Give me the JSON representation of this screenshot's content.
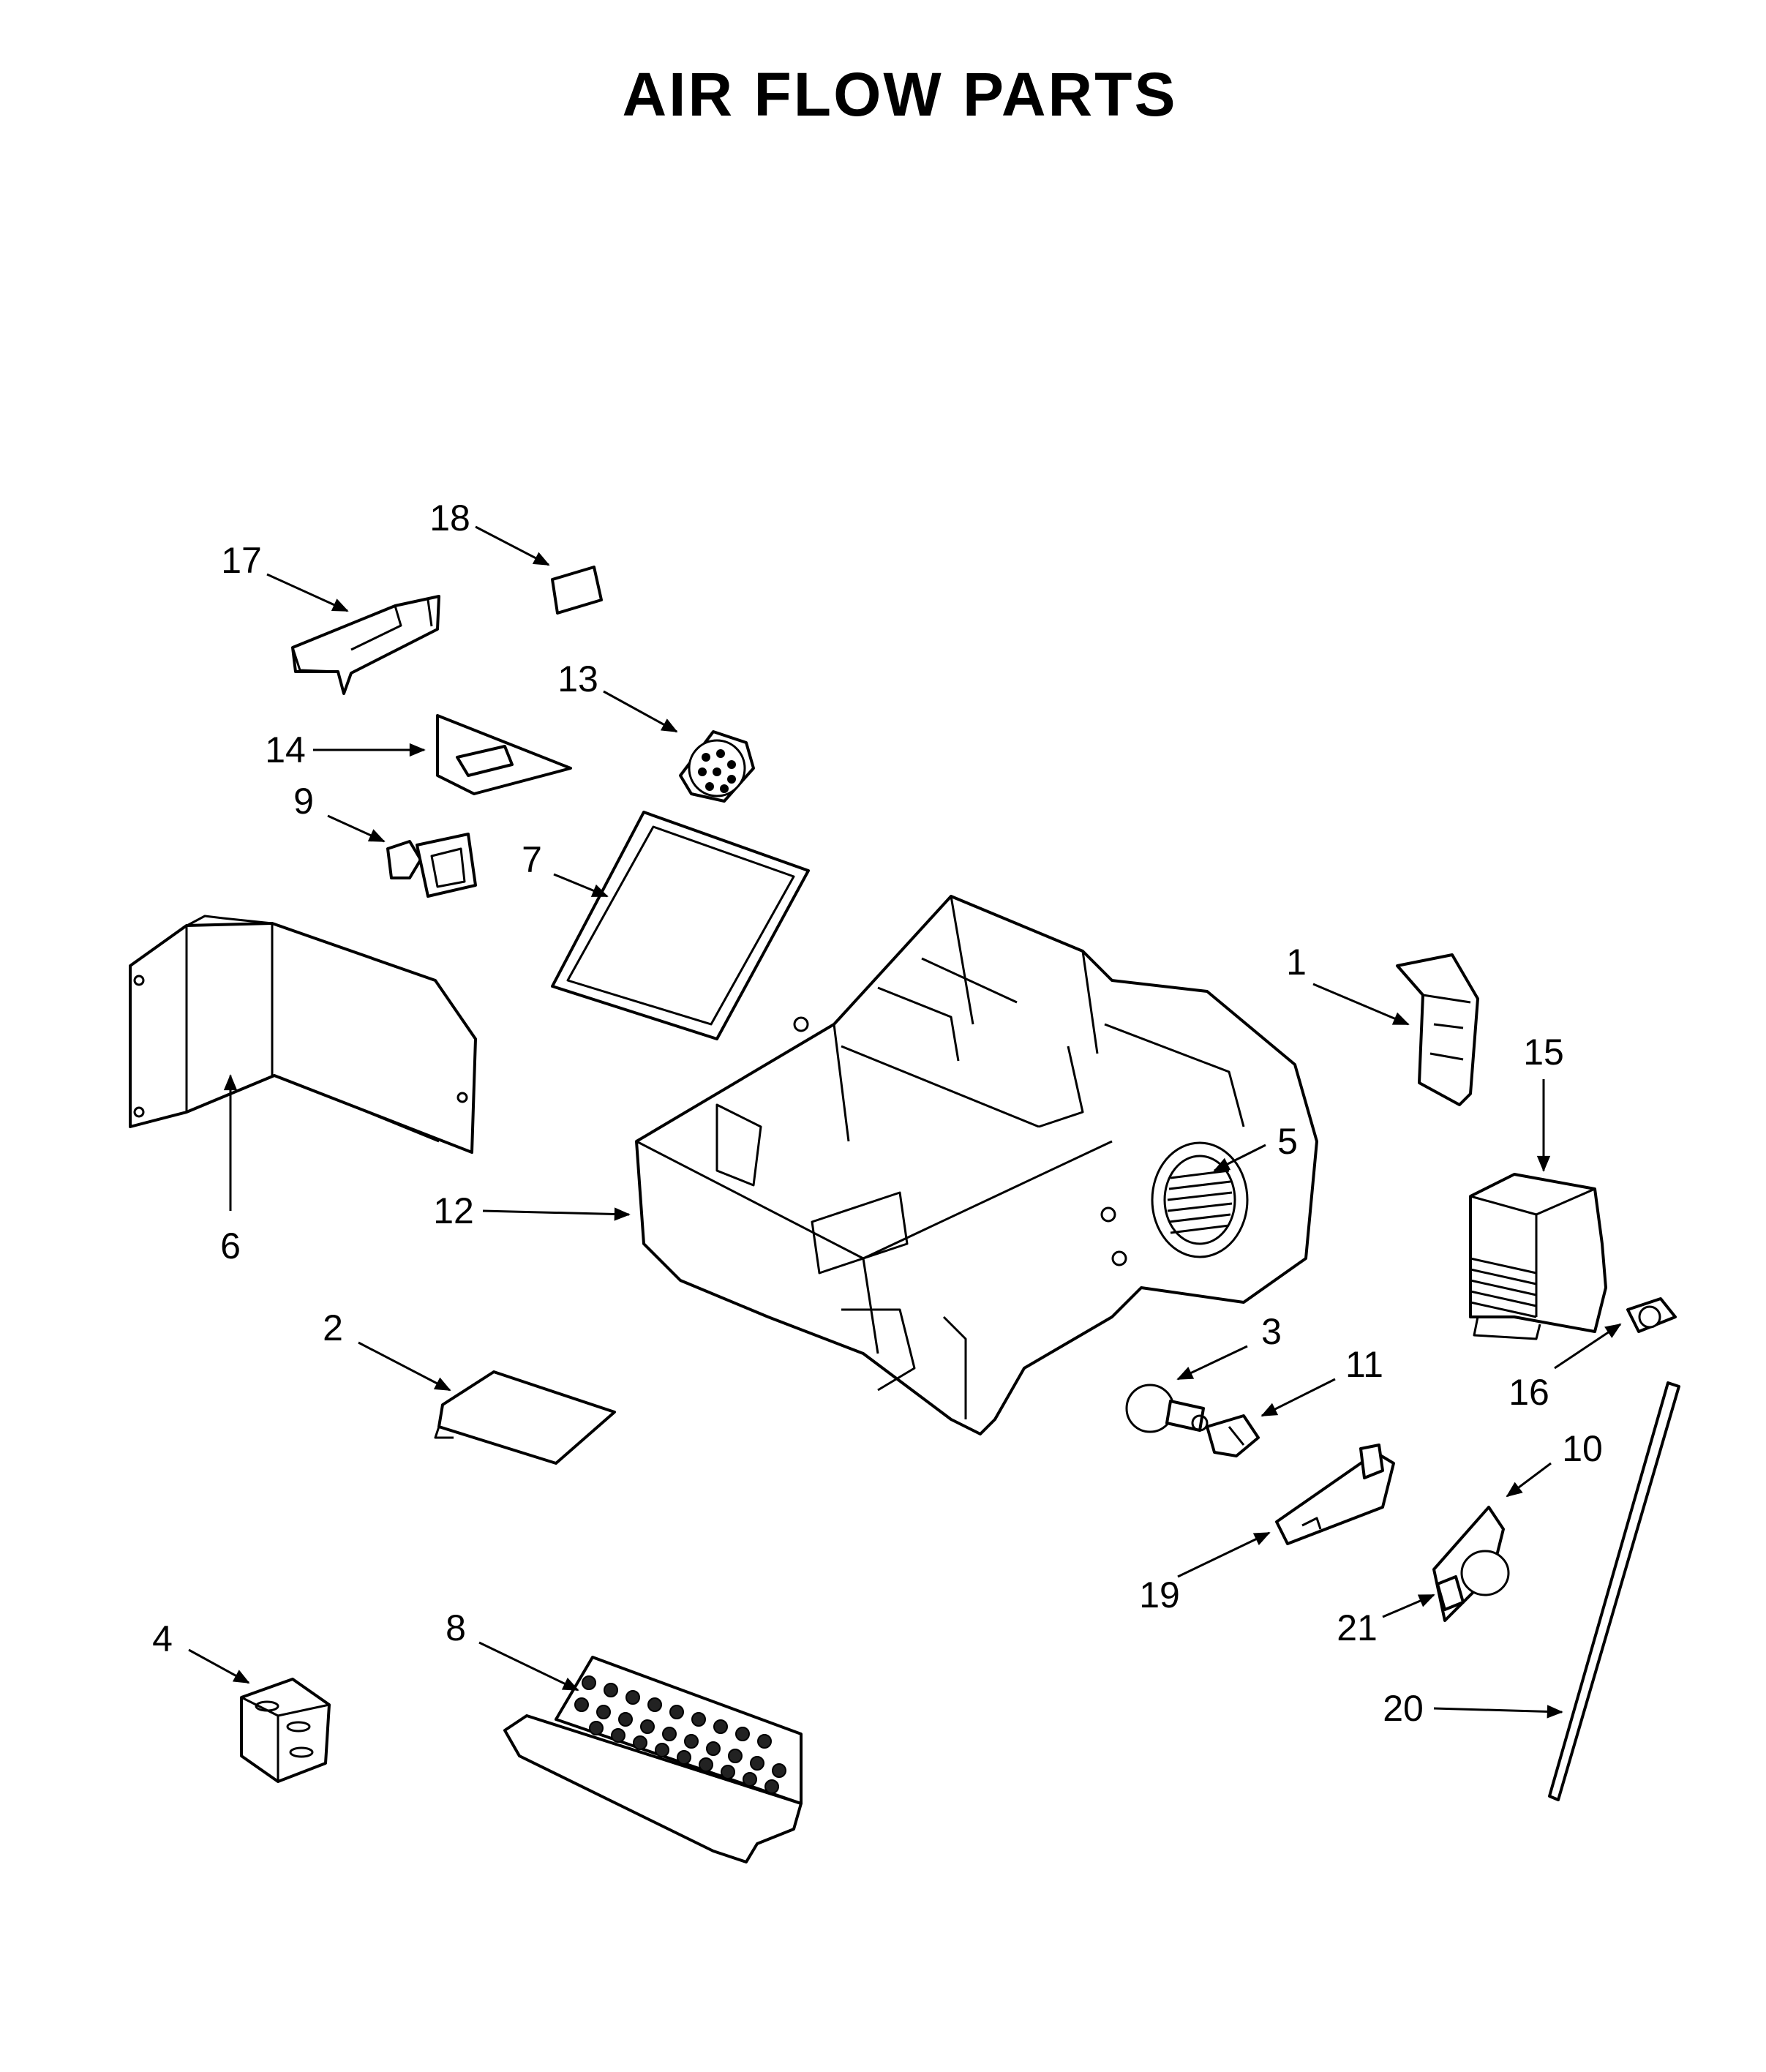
{
  "title": "AIR FLOW PARTS",
  "callouts": [
    {
      "id": "1",
      "label": "1"
    },
    {
      "id": "2",
      "label": "2"
    },
    {
      "id": "3",
      "label": "3"
    },
    {
      "id": "4",
      "label": "4"
    },
    {
      "id": "5",
      "label": "5"
    },
    {
      "id": "6",
      "label": "6"
    },
    {
      "id": "7",
      "label": "7"
    },
    {
      "id": "8",
      "label": "8"
    },
    {
      "id": "9",
      "label": "9"
    },
    {
      "id": "10",
      "label": "10"
    },
    {
      "id": "11",
      "label": "11"
    },
    {
      "id": "12",
      "label": "12"
    },
    {
      "id": "13",
      "label": "13"
    },
    {
      "id": "14",
      "label": "14"
    },
    {
      "id": "15",
      "label": "15"
    },
    {
      "id": "16",
      "label": "16"
    },
    {
      "id": "17",
      "label": "17"
    },
    {
      "id": "18",
      "label": "18"
    },
    {
      "id": "19",
      "label": "19"
    },
    {
      "id": "20",
      "label": "20"
    },
    {
      "id": "21",
      "label": "21"
    }
  ]
}
